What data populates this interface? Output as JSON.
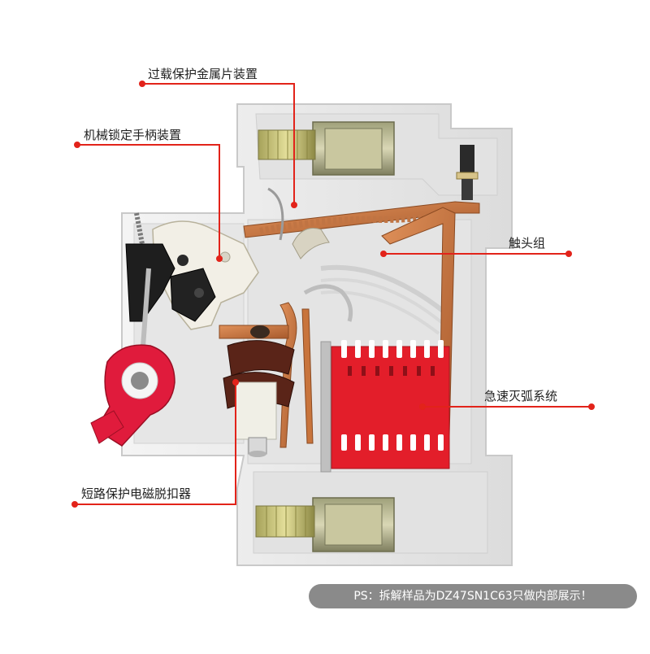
{
  "colors": {
    "callout_line": "#e2231a",
    "housing": "#ececec",
    "housing_edge": "#c9c9c9",
    "arc_chute": "#e31e2a",
    "copper": "#c8743c",
    "handle_red": "#e01b3c",
    "note_bar": "#8a8a8a"
  },
  "callouts": {
    "overload": {
      "label": "过载保护金属片装置",
      "icon": "red-dot-marker"
    },
    "lock_handle": {
      "label": "机械锁定手柄装置",
      "icon": "red-dot-marker"
    },
    "contacts": {
      "label": "触头组",
      "icon": "red-dot-marker"
    },
    "arc_system": {
      "label": "急速灭弧系统",
      "icon": "red-dot-marker"
    },
    "short_circuit": {
      "label": "短路保护电磁脱扣器",
      "icon": "red-dot-marker"
    }
  },
  "note": {
    "text": "PS：拆解样品为DZ47SN1C63只做内部展示！"
  }
}
